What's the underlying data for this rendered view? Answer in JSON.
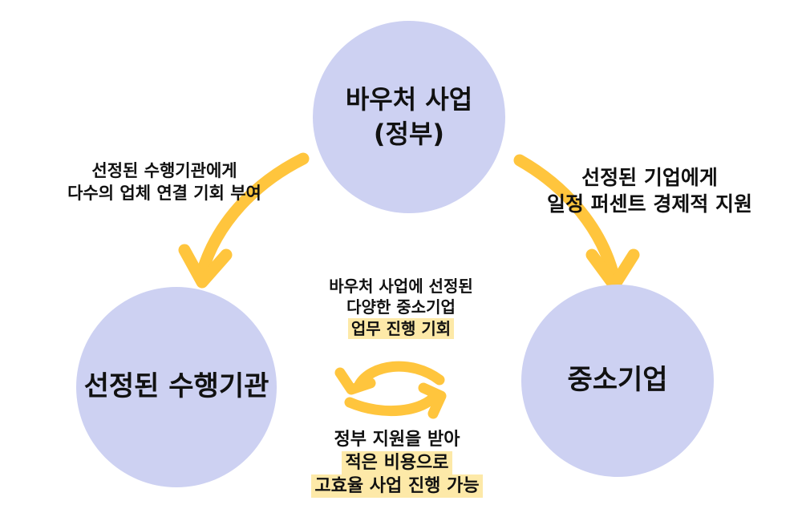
{
  "colors": {
    "circle_fill": "#cdd1f2",
    "arrow": "#ffc53d",
    "highlight": "#fde9a8",
    "text": "#111111"
  },
  "circles": {
    "voucher": {
      "line1": "바우처 사업",
      "line2": "(정부)"
    },
    "agency": {
      "label": "선정된 수행기관"
    },
    "sme": {
      "label": "중소기업"
    }
  },
  "labels": {
    "voucher_to_agency": {
      "line1": "선정된 수행기관에게",
      "line2": "다수의 업체 연결 기회 부여"
    },
    "voucher_to_sme": {
      "line1": "선정된 기업에게",
      "line2": "일정 퍼센트 경제적 지원"
    },
    "agency_benefit": {
      "line1": "바우처 사업에 선정된",
      "line2": "다양한 중소기업",
      "line3": "업무 진행 기회"
    },
    "sme_benefit": {
      "line1": "정부 지원을 받아",
      "line2": "적은 비용으로",
      "line3": "고효율 사업 진행 가능"
    }
  },
  "icons": {
    "arrow_left": "curved-arrow-down-left-icon",
    "arrow_right": "curved-arrow-down-right-icon",
    "exchange": "cycle-arrows-icon"
  }
}
